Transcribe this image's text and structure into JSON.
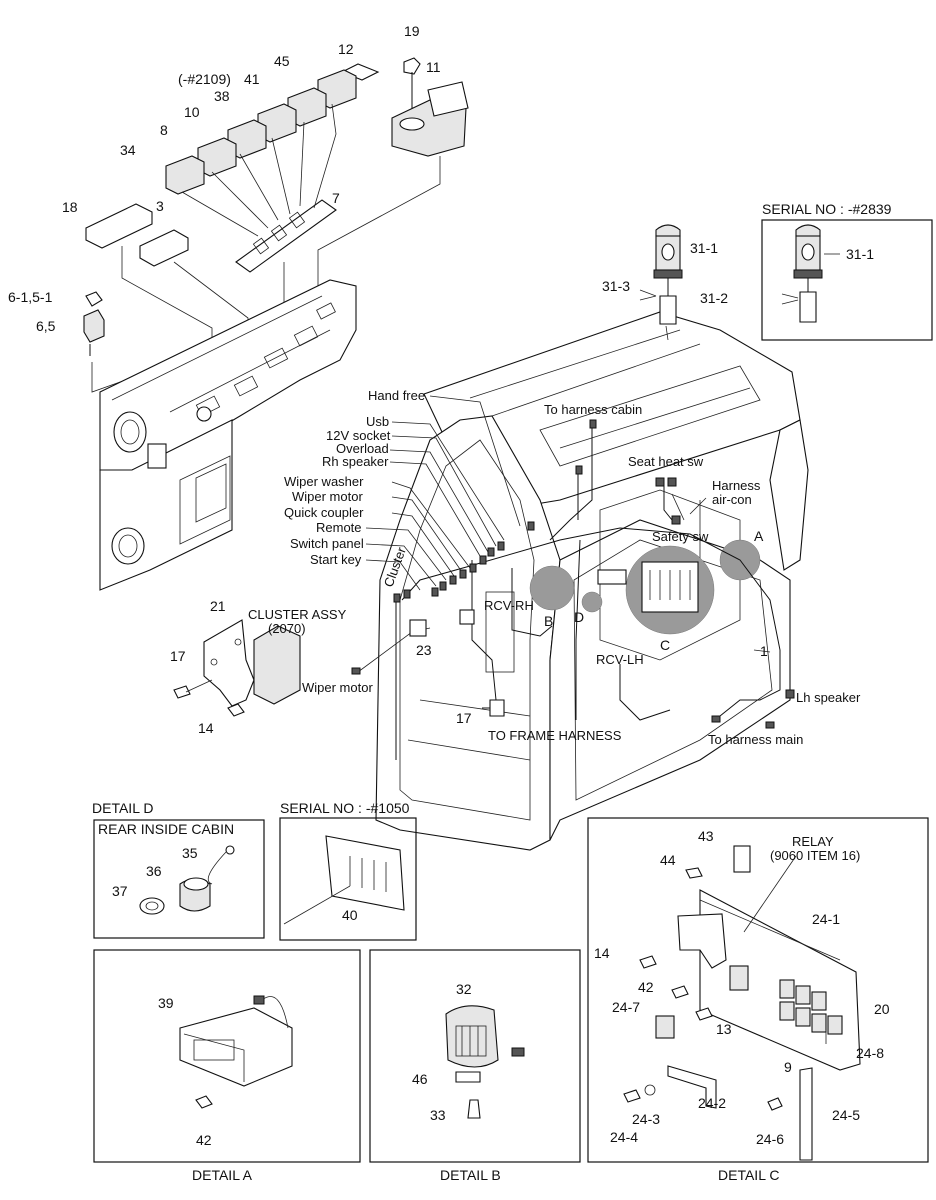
{
  "labels": {
    "p19": "19",
    "p12": "12",
    "p11": "11",
    "p45": "45",
    "p2109": "(-#2109)",
    "p41": "41",
    "p38": "38",
    "p10": "10",
    "p8": "8",
    "p34": "34",
    "p7": "7",
    "p18": "18",
    "p3": "3",
    "p6_1_5_1": "6-1,5-1",
    "p6_5": "6,5",
    "serial_2839": "SERIAL NO : -#2839",
    "p31_1a": "31-1",
    "p31_1b": "31-1",
    "p31_3": "31-3",
    "p31_2": "31-2",
    "hand_free": "Hand free",
    "to_harness_cabin": "To harness cabin",
    "usb": "Usb",
    "socket_12v": "12V socket",
    "overload": "Overload",
    "rh_speaker": "Rh speaker",
    "seat_heat_sw": "Seat heat sw",
    "harness": "Harness",
    "air_con": "air-con",
    "wiper_washer": "Wiper washer",
    "wiper_motor": "Wiper motor",
    "quick_coupler": "Quick coupler",
    "remote": "Remote",
    "switch_panel": "Switch panel",
    "start_key": "Start key",
    "safety_sw": "Safety sw",
    "detail_letter_a": "A",
    "p21": "21",
    "cluster_assy": "CLUSTER ASSY",
    "cluster_code": "(2070)",
    "cluster": "Cluster",
    "rcv_rh": "RCV-RH",
    "detail_letter_b": "B",
    "detail_letter_d": "D",
    "detail_letter_c": "C",
    "p17a": "17",
    "p23": "23",
    "rcv_lh": "RCV-LH",
    "p1": "1",
    "wiper_motor2": "Wiper motor",
    "lh_speaker": "Lh speaker",
    "p14a": "14",
    "p17b": "17",
    "to_frame_harness": "TO FRAME HARNESS",
    "to_harness_main": "To harness main",
    "detail_d": "DETAIL D",
    "rear_inside_cabin": "REAR INSIDE CABIN",
    "p35": "35",
    "p36": "36",
    "p37": "37",
    "serial_1050": "SERIAL NO : -#1050",
    "p40": "40",
    "p43": "43",
    "p44": "44",
    "relay": "RELAY",
    "relay_item": "(9060 ITEM 16)",
    "p24_1": "24-1",
    "p14b": "14",
    "p42a": "42",
    "p20": "20",
    "p24_7": "24-7",
    "p13": "13",
    "p24_8": "24-8",
    "p9": "9",
    "p24_2": "24-2",
    "p24_3": "24-3",
    "p24_4": "24-4",
    "p24_5": "24-5",
    "p24_6": "24-6",
    "p39": "39",
    "p42b": "42",
    "p32": "32",
    "p46": "46",
    "p33": "33",
    "detail_a": "DETAIL A",
    "detail_b": "DETAIL B",
    "detail_c": "DETAIL C"
  }
}
